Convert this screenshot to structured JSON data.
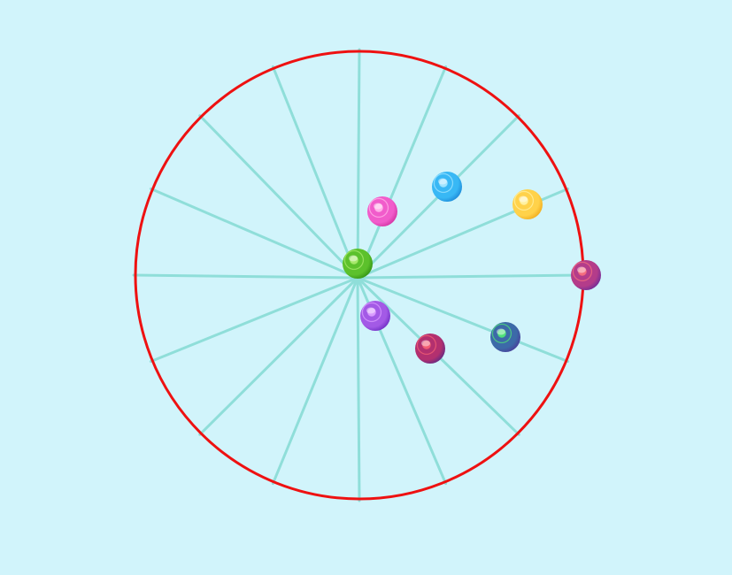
{
  "game": {
    "board": {
      "background": "#d1f4fb",
      "ring_color": "#ee1111",
      "spoke_color": "#8fded9",
      "spoke_count": 16
    },
    "balls": [
      {
        "id": "green",
        "colors": [
          "#a6e86a",
          "#5cc12c",
          "#2f8f12"
        ],
        "style": "rings"
      },
      {
        "id": "pink",
        "colors": [
          "#ffb0e8",
          "#f15ccb",
          "#d0309f"
        ],
        "style": "rings"
      },
      {
        "id": "blue",
        "colors": [
          "#9fe4ff",
          "#38b8f5",
          "#1a86d6"
        ],
        "style": "rings"
      },
      {
        "id": "yellow",
        "colors": [
          "#fff1a0",
          "#ffd24a",
          "#f0a91a"
        ],
        "style": "rings"
      },
      {
        "id": "purple-red",
        "colors": [
          "#f46c7e",
          "#b43c8a",
          "#6a2a9a"
        ],
        "style": "rings"
      },
      {
        "id": "purple",
        "colors": [
          "#d99bff",
          "#a35ae6",
          "#6a2cc2"
        ],
        "style": "rings"
      },
      {
        "id": "crimson",
        "colors": [
          "#f25e73",
          "#b3306f",
          "#5c2a86"
        ],
        "style": "rings"
      },
      {
        "id": "indigo-green",
        "colors": [
          "#4ee07a",
          "#3c6aa8",
          "#4a3a9a"
        ],
        "style": "rings"
      }
    ]
  }
}
